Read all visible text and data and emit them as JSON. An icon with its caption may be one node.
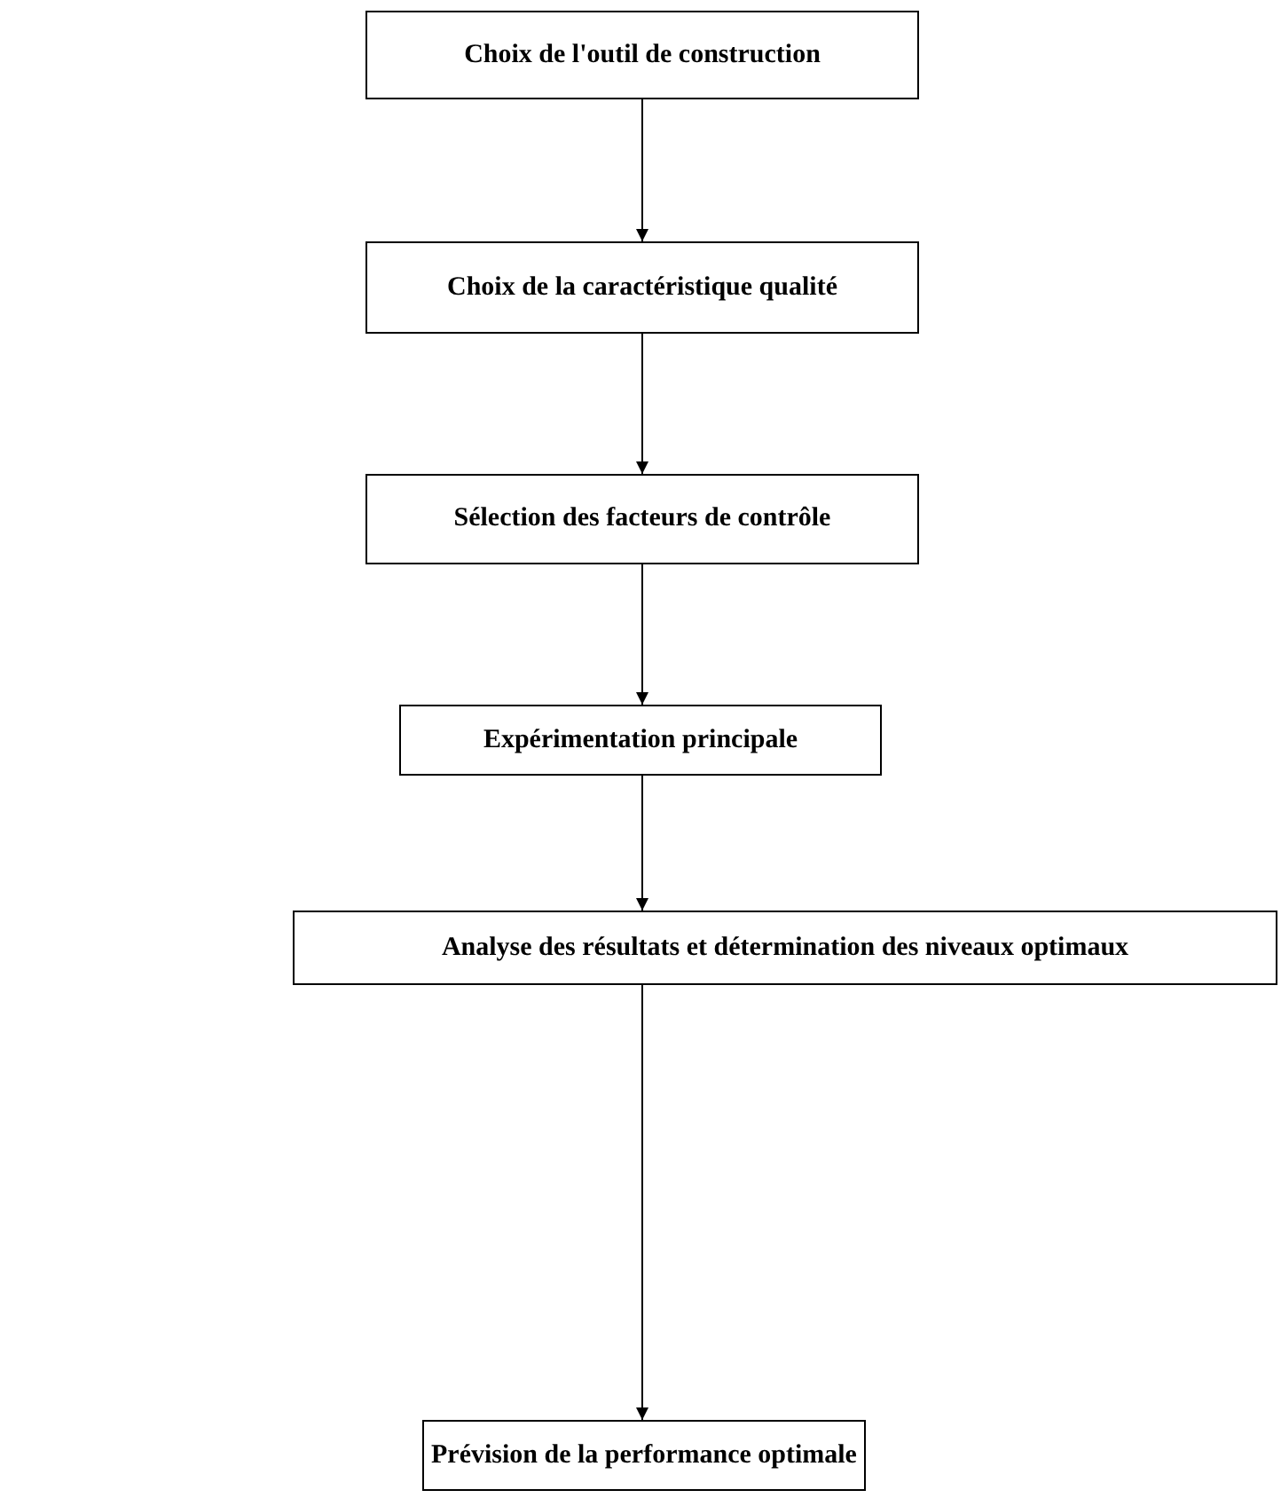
{
  "diagram": {
    "nodes": [
      {
        "text": [
          "Choix de l'outil de construction"
        ]
      },
      {
        "text": [
          "Choix de la caractéristique qualité"
        ]
      },
      {
        "text": [
          "Sélection des facteurs de contrôle"
        ]
      },
      {
        "text": [
          "Expérimentation principale"
        ]
      },
      {
        "text": [
          "Analyse des résultats et détermination des niveaux optimaux"
        ]
      },
      {
        "text": [
          "Prévision de la performance optimale"
        ]
      }
    ],
    "edges": [
      {
        "from": 0,
        "to": 1,
        "arrow": "to"
      },
      {
        "from": 1,
        "to": 2,
        "arrow": "to"
      },
      {
        "from": 2,
        "to": 3,
        "arrow": "to"
      },
      {
        "from": 3,
        "to": 4,
        "arrow": "to"
      },
      {
        "from": 4,
        "to": 5,
        "arrow": "to"
      }
    ]
  }
}
